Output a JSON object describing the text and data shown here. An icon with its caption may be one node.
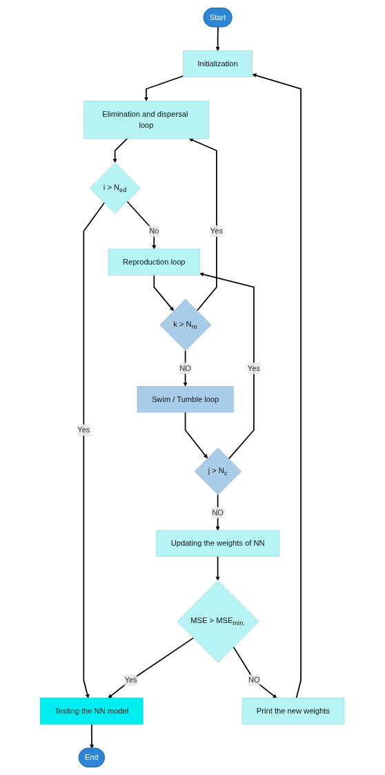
{
  "diagram": {
    "nodes": [
      {
        "text": [
          "Start"
        ]
      },
      {
        "text": [
          "Initialization"
        ]
      },
      {
        "text": [
          "Elimination and dispersal loop"
        ]
      },
      {
        "text": [
          "i > N$_{ed}$"
        ]
      },
      {
        "text": [
          "Reproduction loop"
        ]
      },
      {
        "text": [
          "k > N$_{re}$"
        ]
      },
      {
        "text": [
          "Swim / Tumble loop"
        ]
      },
      {
        "text": [
          "j > N$_{c}$"
        ]
      },
      {
        "text": [
          "Updating the weights of NN"
        ]
      },
      {
        "text": [
          "MSE > MSE$_{min.}$"
        ]
      },
      {
        "text": [
          "Testing the NN model"
        ]
      },
      {
        "text": [
          "Print the new weights"
        ]
      },
      {
        "text": [
          "End"
        ]
      }
    ],
    "edges": [
      {
        "from": 0,
        "to": 1,
        "arrow": "to"
      },
      {
        "from": 1,
        "to": 2,
        "arrow": "to"
      },
      {
        "from": 2,
        "to": 3,
        "arrow": "to"
      },
      {
        "from": 3,
        "to": 4,
        "arrow": "to",
        "label": "No"
      },
      {
        "from": 3,
        "to": 10,
        "arrow": "to",
        "label": "Yes"
      },
      {
        "from": 4,
        "to": 5,
        "arrow": "to"
      },
      {
        "from": 5,
        "to": 2,
        "arrow": "to",
        "label": "Yes"
      },
      {
        "from": 5,
        "to": 6,
        "arrow": "to",
        "label": "NO"
      },
      {
        "from": 6,
        "to": 7,
        "arrow": "to"
      },
      {
        "from": 7,
        "to": 4,
        "arrow": "to",
        "label": "Yes"
      },
      {
        "from": 7,
        "to": 8,
        "arrow": "to",
        "label": "NO"
      },
      {
        "from": 8,
        "to": 9,
        "arrow": "to"
      },
      {
        "from": 9,
        "to": 10,
        "arrow": "to",
        "label": "Yes"
      },
      {
        "from": 9,
        "to": 11,
        "arrow": "to",
        "label": "NO"
      },
      {
        "from": 11,
        "to": 1,
        "arrow": "to"
      },
      {
        "from": 10,
        "to": 12,
        "arrow": "to"
      }
    ]
  }
}
